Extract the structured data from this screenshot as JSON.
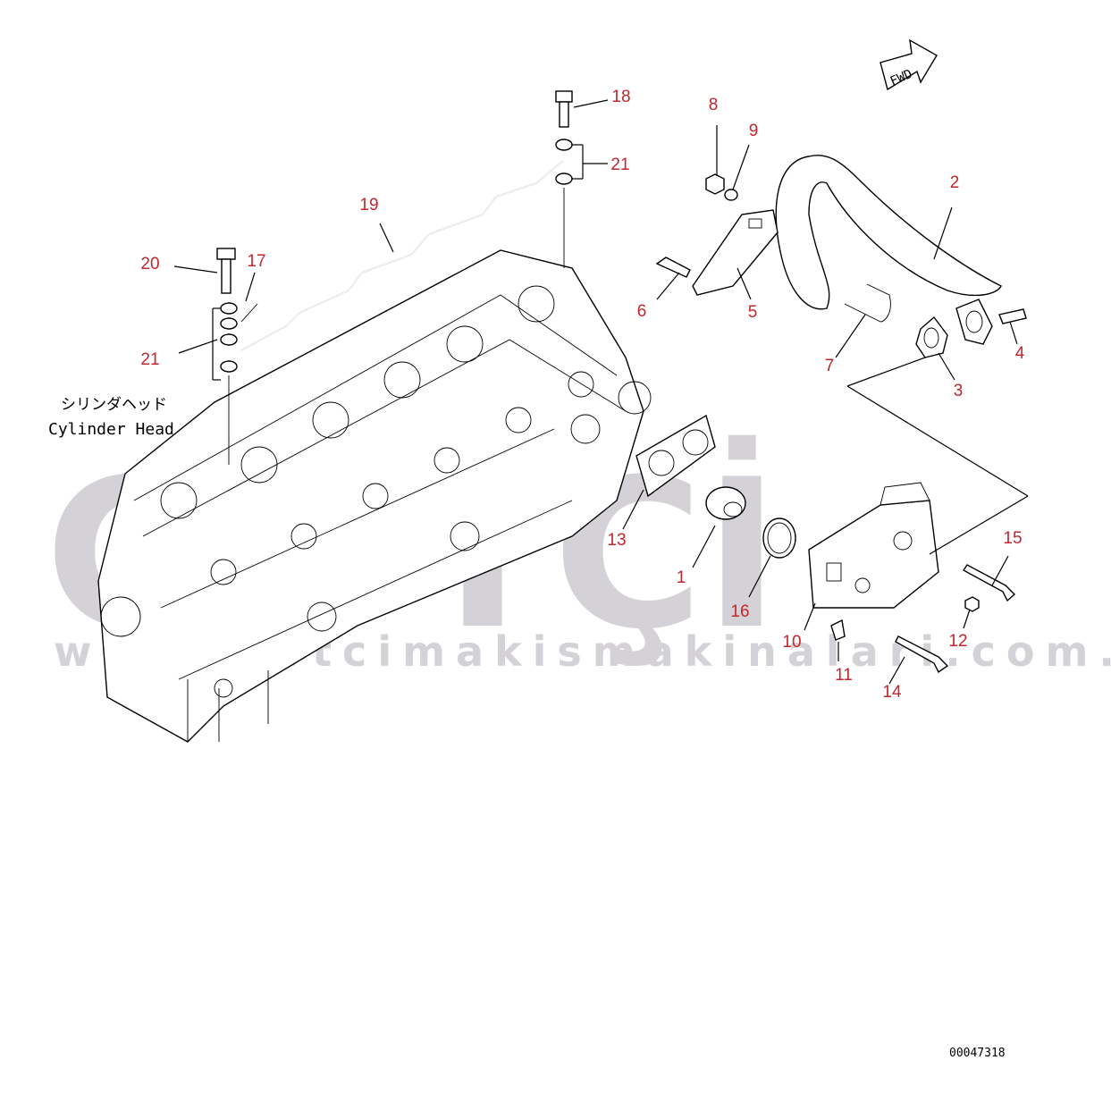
{
  "diagram": {
    "fwd_label": "FWD",
    "ref_label_jp": "シリンダヘッド",
    "ref_label_en": "Cylinder Head",
    "drawing_number": "00047318",
    "watermark_text": "ÇİFTÇİ",
    "watermark_url": "www.ciftcimakismakinalari.com.tr",
    "callout_color": "#c1272d",
    "callouts": [
      "1",
      "2",
      "3",
      "4",
      "5",
      "6",
      "7",
      "8",
      "9",
      "10",
      "11",
      "12",
      "13",
      "14",
      "15",
      "16",
      "17",
      "18",
      "19",
      "20",
      "21",
      "21"
    ]
  }
}
